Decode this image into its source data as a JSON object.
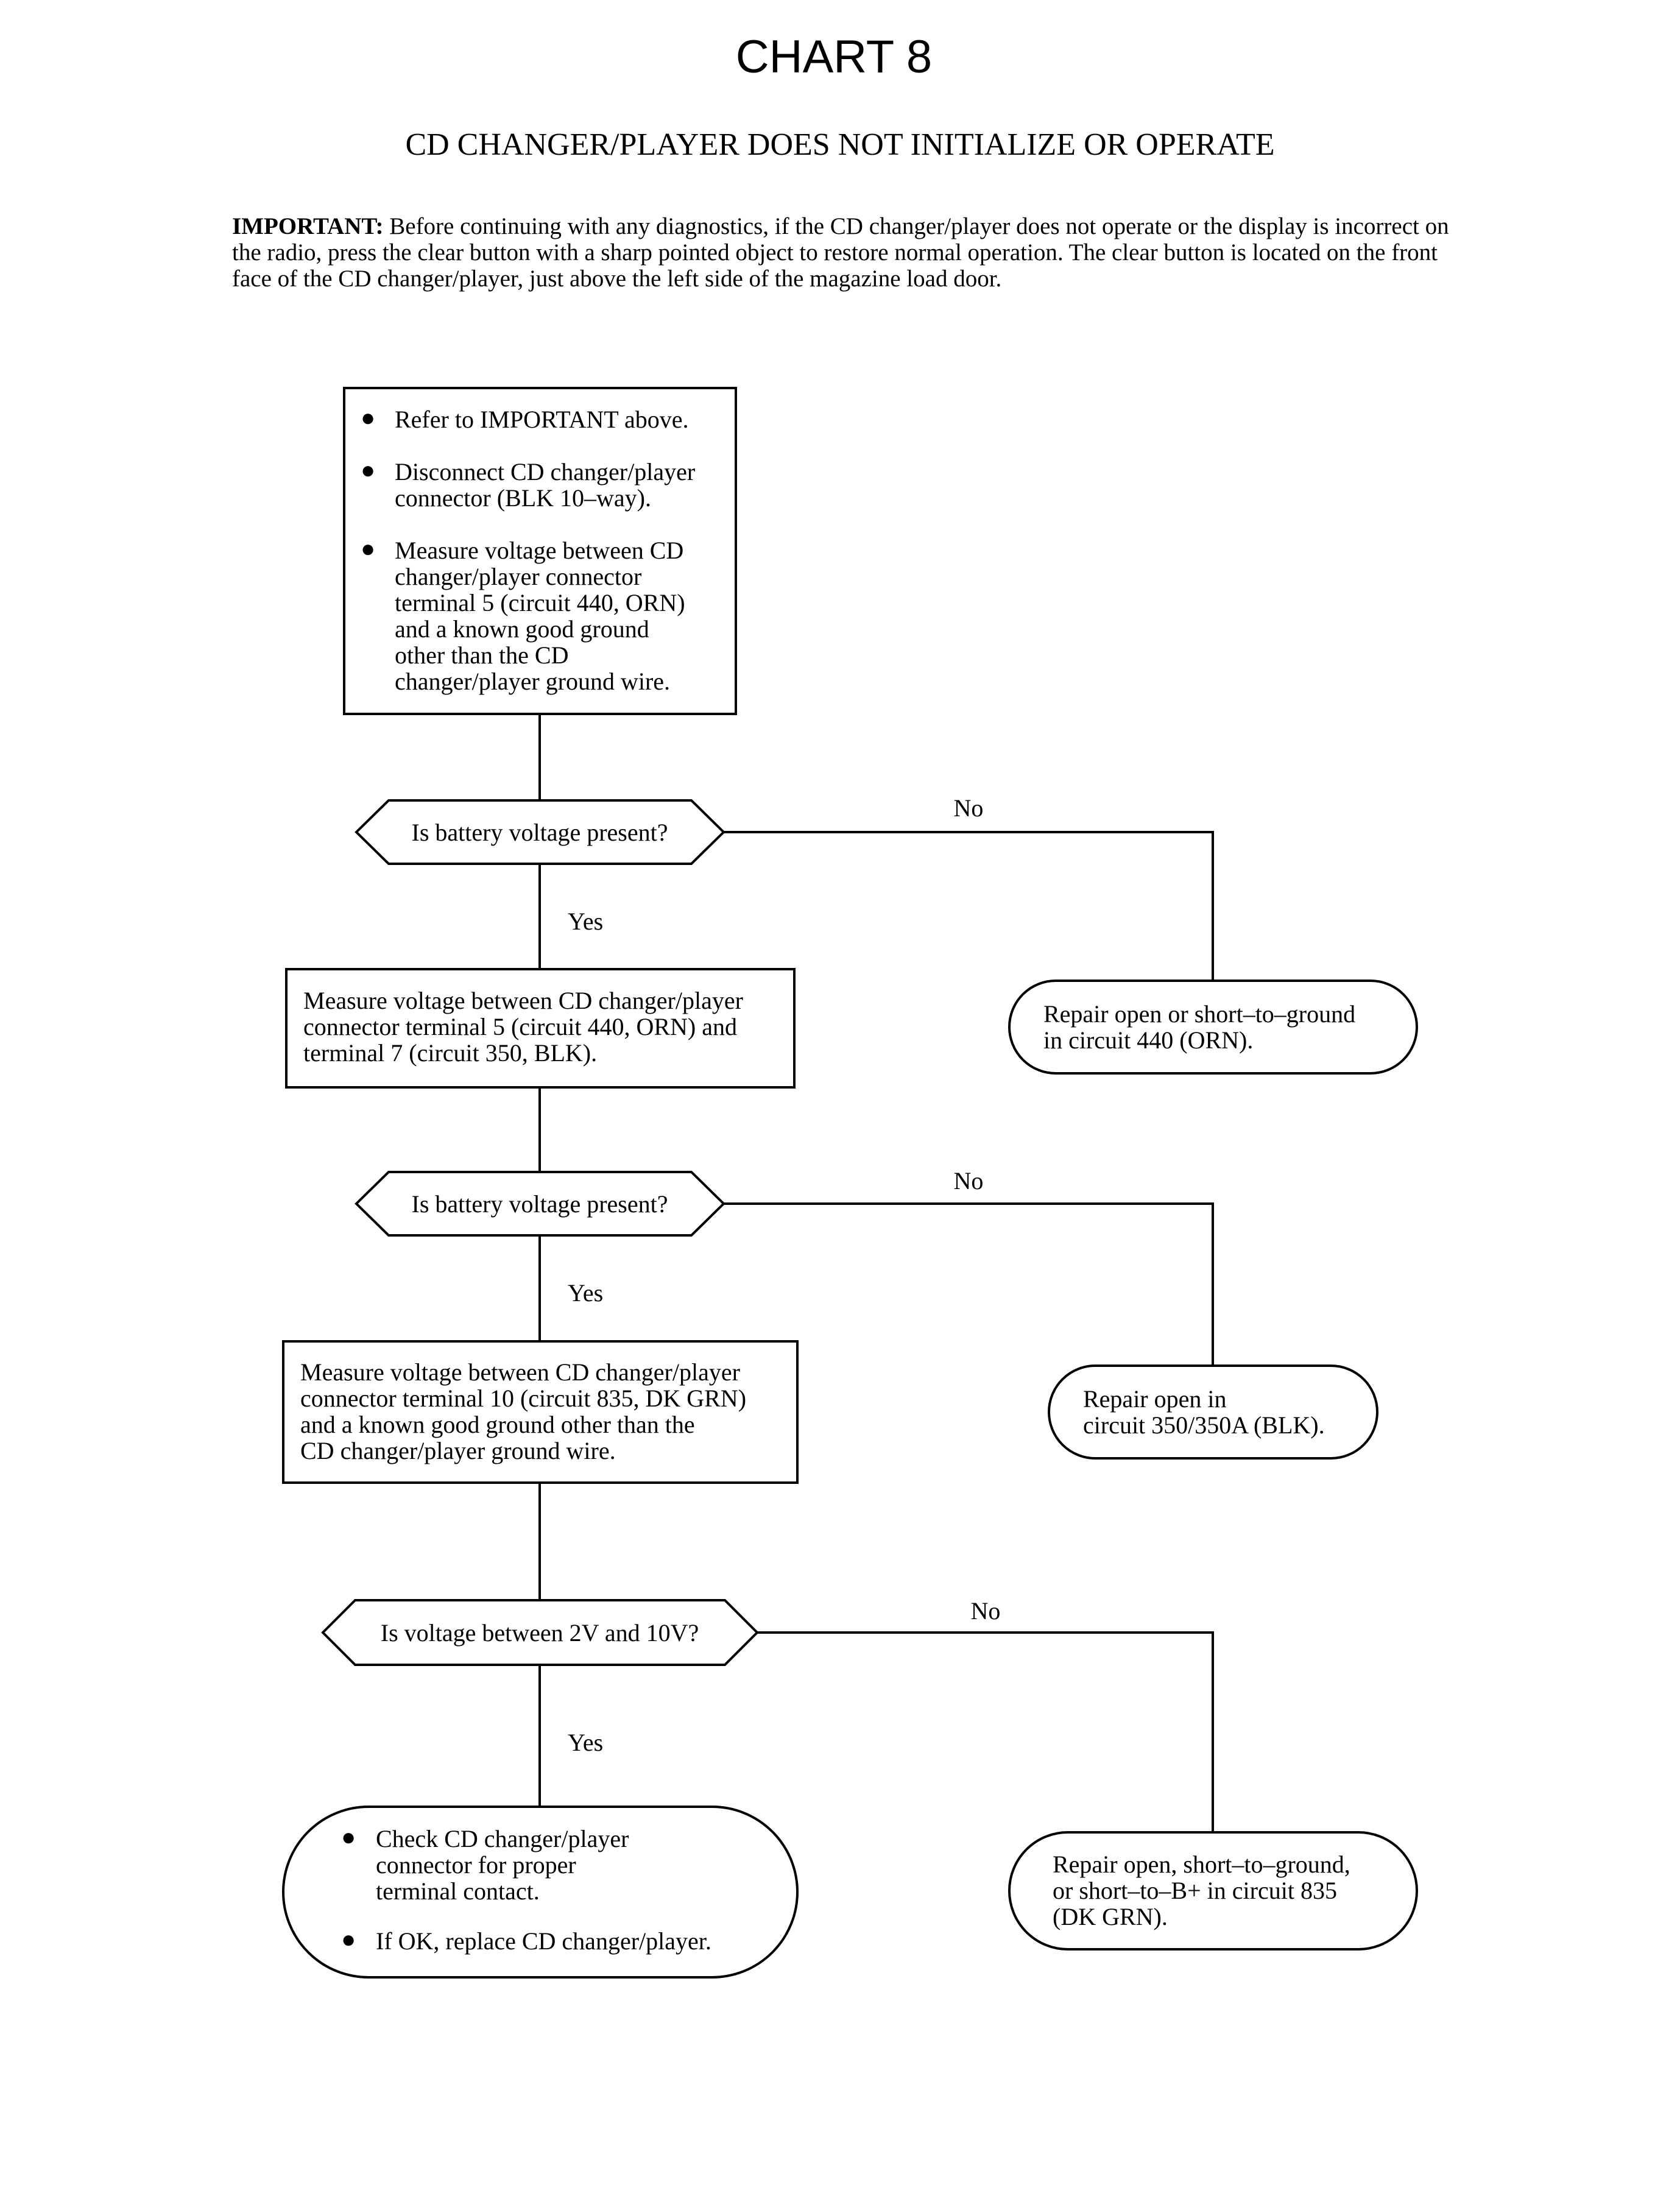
{
  "header": {
    "title": "CHART 8",
    "subtitle": "CD CHANGER/PLAYER DOES NOT INITIALIZE OR OPERATE"
  },
  "important": {
    "label": "IMPORTANT:",
    "text": "Before continuing with any diagnostics, if the CD changer/player does not operate or the display is incorrect on the radio, press the clear button with a sharp pointed object to restore normal operation. The clear button is located on the front face of the CD changer/player, just above the left side of the magazine load door."
  },
  "flow": {
    "start_box": {
      "bullets": [
        [
          "Refer to IMPORTANT above."
        ],
        [
          "Disconnect CD changer/player",
          "connector (BLK 10–way)."
        ],
        [
          "Measure voltage between CD",
          "changer/player connector",
          "terminal 5 (circuit 440, ORN)",
          "and a known good ground",
          "other than the CD",
          "changer/player ground wire."
        ]
      ]
    },
    "decision_1": "Is battery voltage present?",
    "step_2": [
      "Measure voltage between CD changer/player",
      "connector terminal 5 (circuit 440, ORN) and",
      "terminal 7 (circuit 350, BLK)."
    ],
    "decision_2": "Is battery voltage present?",
    "step_3": [
      "Measure voltage between CD changer/player",
      "connector terminal 10 (circuit 835, DK GRN)",
      "and a known good ground other than the",
      "CD changer/player ground wire."
    ],
    "decision_3": "Is voltage between 2V and 10V?",
    "final_box": {
      "bullets": [
        [
          "Check CD changer/player",
          "connector for proper",
          "terminal contact."
        ],
        [
          "If OK, replace CD changer/player."
        ]
      ]
    },
    "repair_1": [
      "Repair open or short–to–ground",
      "in circuit 440 (ORN)."
    ],
    "repair_2": [
      "Repair open in",
      "circuit 350/350A (BLK)."
    ],
    "repair_3": [
      "Repair open, short–to–ground,",
      "or short–to–B+ in circuit 835",
      "(DK GRN)."
    ],
    "yes_label": "Yes",
    "no_label": "No",
    "bullet_char": "●"
  },
  "colors": {
    "line": "#000000",
    "background": "#ffffff"
  }
}
